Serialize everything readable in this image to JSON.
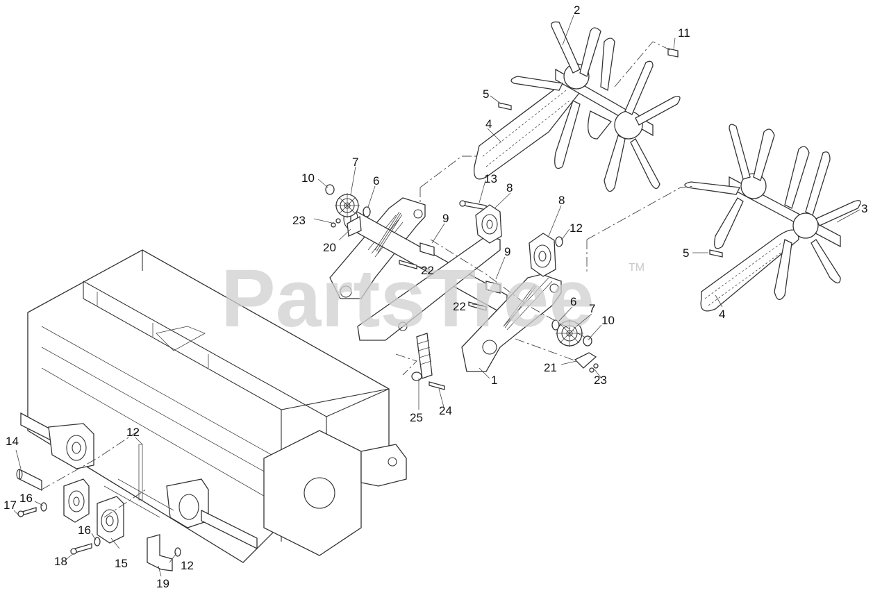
{
  "watermark": {
    "text": "PartsTree",
    "mark": "TM"
  },
  "callouts": [
    {
      "id": "c1",
      "label": "1"
    },
    {
      "id": "c2",
      "label": "2"
    },
    {
      "id": "c3",
      "label": "3"
    },
    {
      "id": "c4a",
      "label": "4"
    },
    {
      "id": "c4b",
      "label": "4"
    },
    {
      "id": "c5a",
      "label": "5"
    },
    {
      "id": "c5b",
      "label": "5"
    },
    {
      "id": "c6a",
      "label": "6"
    },
    {
      "id": "c6b",
      "label": "6"
    },
    {
      "id": "c7a",
      "label": "7"
    },
    {
      "id": "c7b",
      "label": "7"
    },
    {
      "id": "c8a",
      "label": "8"
    },
    {
      "id": "c8b",
      "label": "8"
    },
    {
      "id": "c9a",
      "label": "9"
    },
    {
      "id": "c9b",
      "label": "9"
    },
    {
      "id": "c10a",
      "label": "10"
    },
    {
      "id": "c10b",
      "label": "10"
    },
    {
      "id": "c11",
      "label": "11"
    },
    {
      "id": "c12a",
      "label": "12"
    },
    {
      "id": "c12b",
      "label": "12"
    },
    {
      "id": "c12c",
      "label": "12"
    },
    {
      "id": "c13",
      "label": "13"
    },
    {
      "id": "c14",
      "label": "14"
    },
    {
      "id": "c15",
      "label": "15"
    },
    {
      "id": "c16a",
      "label": "16"
    },
    {
      "id": "c16b",
      "label": "16"
    },
    {
      "id": "c17",
      "label": "17"
    },
    {
      "id": "c18",
      "label": "18"
    },
    {
      "id": "c19",
      "label": "19"
    },
    {
      "id": "c20",
      "label": "20"
    },
    {
      "id": "c21",
      "label": "21"
    },
    {
      "id": "c22a",
      "label": "22"
    },
    {
      "id": "c22b",
      "label": "22"
    },
    {
      "id": "c23a",
      "label": "23"
    },
    {
      "id": "c23b",
      "label": "23"
    },
    {
      "id": "c24",
      "label": "24"
    },
    {
      "id": "c25",
      "label": "25"
    }
  ]
}
